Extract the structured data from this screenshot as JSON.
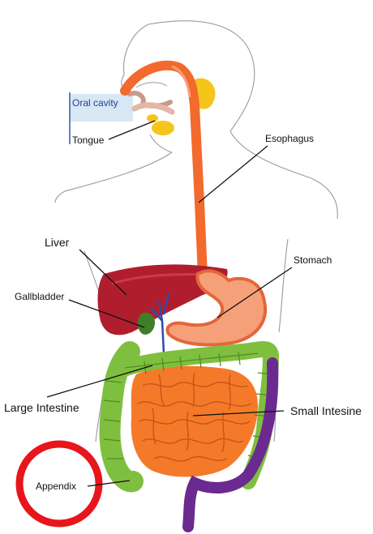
{
  "labels": {
    "oral_cavity": "Oral cavity",
    "tongue": "Tongue",
    "esophagus": "Esophagus",
    "liver": "Liver",
    "stomach": "Stomach",
    "gallbladder": "Gallbladder",
    "large_intestine": "Large Intestine",
    "small_intestine": "Small Intesine",
    "appendix": "Appendix"
  },
  "colors": {
    "esophagus": "#f26a2e",
    "liver": "#b01e2e",
    "stomach": "#f6a07a",
    "gallbladder": "#3f7f2a",
    "large_intestine": "#7fbf3f",
    "small_intestine": "#f47a2a",
    "rectum": "#6b2a8f",
    "salivary_glands": "#f6c51c",
    "bile_ducts": "#2e4ca8",
    "highlight_circle": "#e8151b",
    "oral_cavity_box": "#d8e7f4"
  }
}
